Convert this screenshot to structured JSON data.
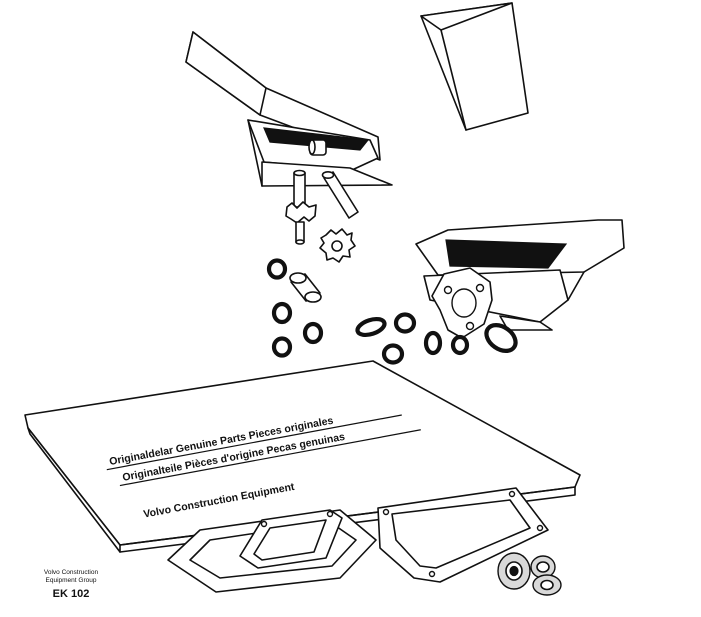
{
  "manual": {
    "line1": "Originaldelar Genuine Parts Pieces originales",
    "line2": "Originalteile Pièces d'origine Pecas genuinas",
    "line3": "Volvo Construction Equipment"
  },
  "caption": {
    "company_line1": "Volvo Construction",
    "company_line2": "Equipment Group",
    "code": "EK 102"
  }
}
